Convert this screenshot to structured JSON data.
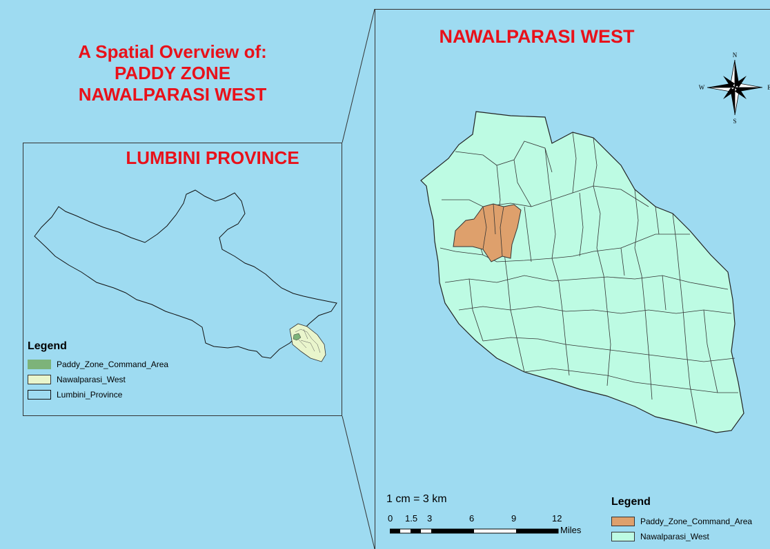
{
  "title": {
    "line1": "A Spatial Overview of:",
    "line2": "PADDY ZONE",
    "line3": "NAWALPARASI WEST"
  },
  "inset": {
    "title": "LUMBINI PROVINCE",
    "legend": {
      "title": "Legend",
      "items": [
        {
          "label": "Paddy_Zone_Command_Area",
          "color": "#7db37a"
        },
        {
          "label": "Nawalparasi_West",
          "color": "#e9f5cc"
        },
        {
          "label": "Lumbini_Province",
          "color": "#9edbf1"
        }
      ]
    }
  },
  "main_map": {
    "title": "NAWALPARASI WEST",
    "north_arrow": {
      "n": "N",
      "s": "S",
      "e": "E",
      "w": "W"
    },
    "scale": {
      "text": "1 cm = 3 km",
      "ticks": [
        "0",
        "1.5",
        "3",
        "6",
        "9",
        "12"
      ],
      "unit": "Miles"
    },
    "legend": {
      "title": "Legend",
      "items": [
        {
          "label": "Paddy_Zone_Command_Area",
          "color": "#dea06c"
        },
        {
          "label": "Nawalparasi_West",
          "color": "#bdfbe3"
        }
      ]
    }
  },
  "colors": {
    "water_background": "#9edbf1",
    "title_red": "#e8111a",
    "district_fill": "#bdfbe3",
    "paddy_fill": "#dea06c"
  }
}
